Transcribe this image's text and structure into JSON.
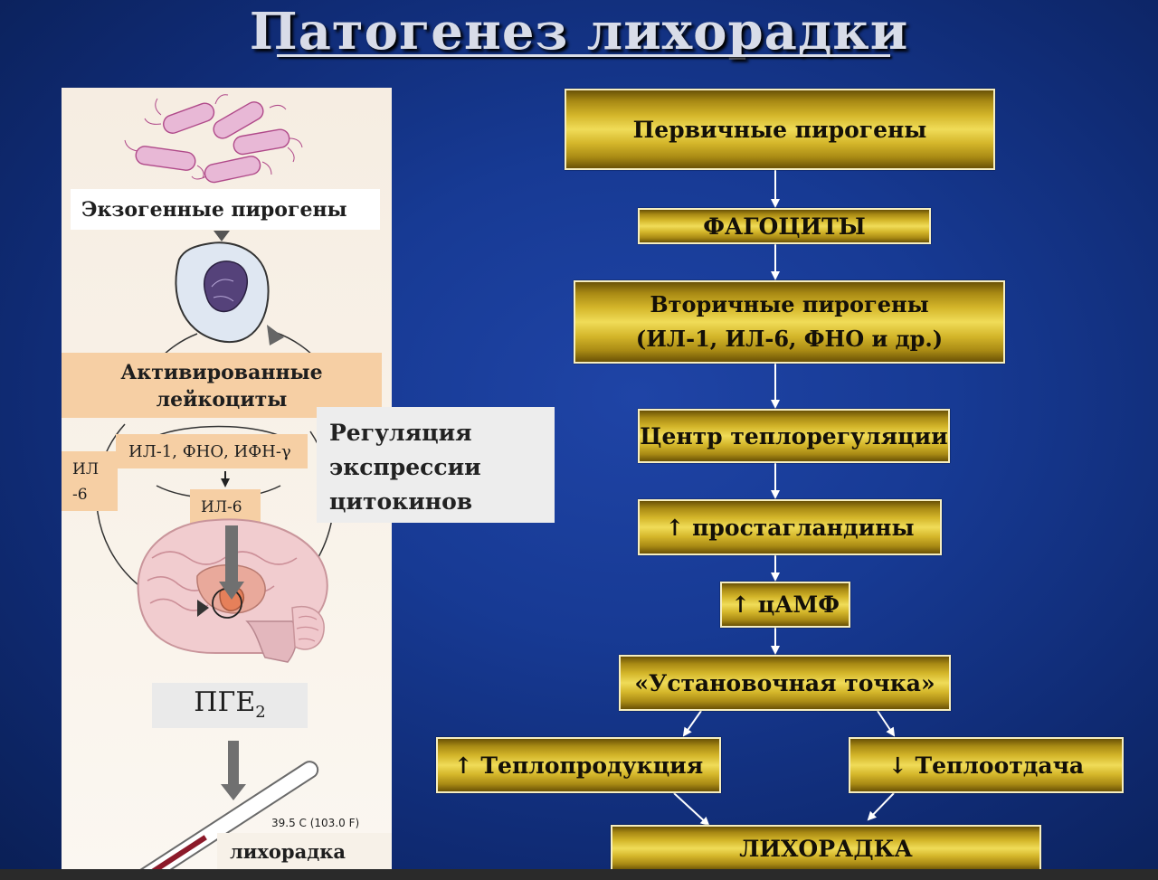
{
  "title": "Патогенез лихорадки",
  "left_panel": {
    "exogenous_pyrogens": "Экзогенные пирогены",
    "activated_leukocytes_line1": "Активированные",
    "activated_leukocytes_line2": "лейкоциты",
    "il6_side_line1": "ИЛ",
    "il6_side_line2": "-6",
    "cytokines": "ИЛ-1, ФНО, ИФН-γ",
    "il6_small": "ИЛ-6",
    "pge2_main": "ПГЕ",
    "pge2_sub": "2",
    "thermometer_reading": "39.5 C (103.0 F)",
    "fever": "лихорадка"
  },
  "callout": {
    "line1": "Регуляция",
    "line2": "экспрессии",
    "line3": "цитокинов"
  },
  "flow": {
    "primary_pyrogens": "Первичные пирогены",
    "phagocytes": "ФАГОЦИТЫ",
    "secondary_pyrogens_line1": "Вторичные пирогены",
    "secondary_pyrogens_line2": "(ИЛ-1, ИЛ-6, ФНО и др.)",
    "thermo_center": "Центр теплорегуляции",
    "prostaglandins": "↑ простагландины",
    "camp": "↑ цАМФ",
    "set_point": "«Установочная точка»",
    "heat_production": "↑ Теплопродукция",
    "heat_loss": "↓ Теплоотдача",
    "fever": "ЛИХОРАДКА"
  },
  "colors": {
    "background": "#173a94",
    "gold_box": "#e2c83e",
    "left_panel": "#f7efe4",
    "label_peach": "#f6cfa4",
    "callout": "#ededed"
  }
}
